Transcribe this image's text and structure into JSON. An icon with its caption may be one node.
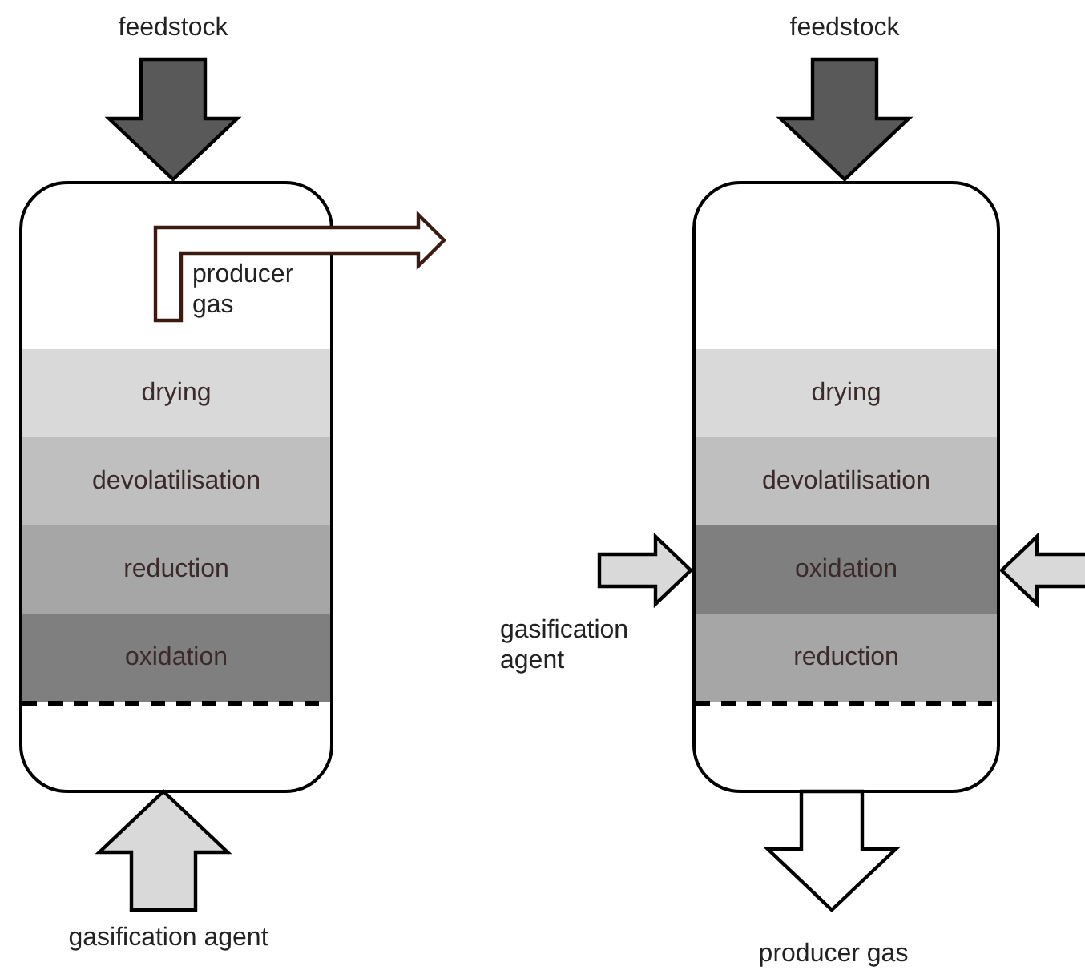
{
  "diagram": {
    "nodes": [
      {
        "text": [
          "feedstock"
        ]
      },
      {
        "text": [],
        "shape": "box"
      },
      {
        "text": [
          "producer gas"
        ],
        "in": 1
      },
      {
        "text": [
          "drying"
        ],
        "in": 1
      },
      {
        "text": [
          "devolatilisation"
        ],
        "in": 1
      },
      {
        "text": [
          "reduction"
        ],
        "in": 1
      },
      {
        "text": [
          "oxidation"
        ],
        "in": 1
      },
      {
        "text": [
          "gasification agent"
        ]
      },
      {
        "text": [
          "feedstock"
        ]
      },
      {
        "text": [],
        "shape": "box"
      },
      {
        "text": [
          "drying"
        ],
        "in": 9
      },
      {
        "text": [
          "devolatilisation"
        ],
        "in": 9
      },
      {
        "text": [
          "oxidation"
        ],
        "in": 9
      },
      {
        "text": [
          "reduction"
        ],
        "in": 9
      },
      {
        "text": [
          "gasification agent"
        ]
      },
      {
        "text": [
          "producer gas"
        ]
      }
    ],
    "edges": [
      {
        "from": 0,
        "to": 1,
        "arrow": "to",
        "color": "#595959"
      },
      {
        "from": 2,
        "to": null,
        "arrow": "to",
        "color": "#ffffff"
      },
      {
        "from": 7,
        "to": 1,
        "arrow": "to",
        "color": "#d9d9d9"
      },
      {
        "from": 8,
        "to": 9,
        "arrow": "to",
        "color": "#595959"
      },
      {
        "from": 14,
        "to": 9,
        "arrow": "to",
        "color": "#d9d9d9"
      },
      {
        "from": null,
        "to": 9,
        "arrow": "to",
        "color": "#d9d9d9"
      },
      {
        "from": 9,
        "to": 15,
        "arrow": "to",
        "color": "#ffffff"
      }
    ]
  }
}
